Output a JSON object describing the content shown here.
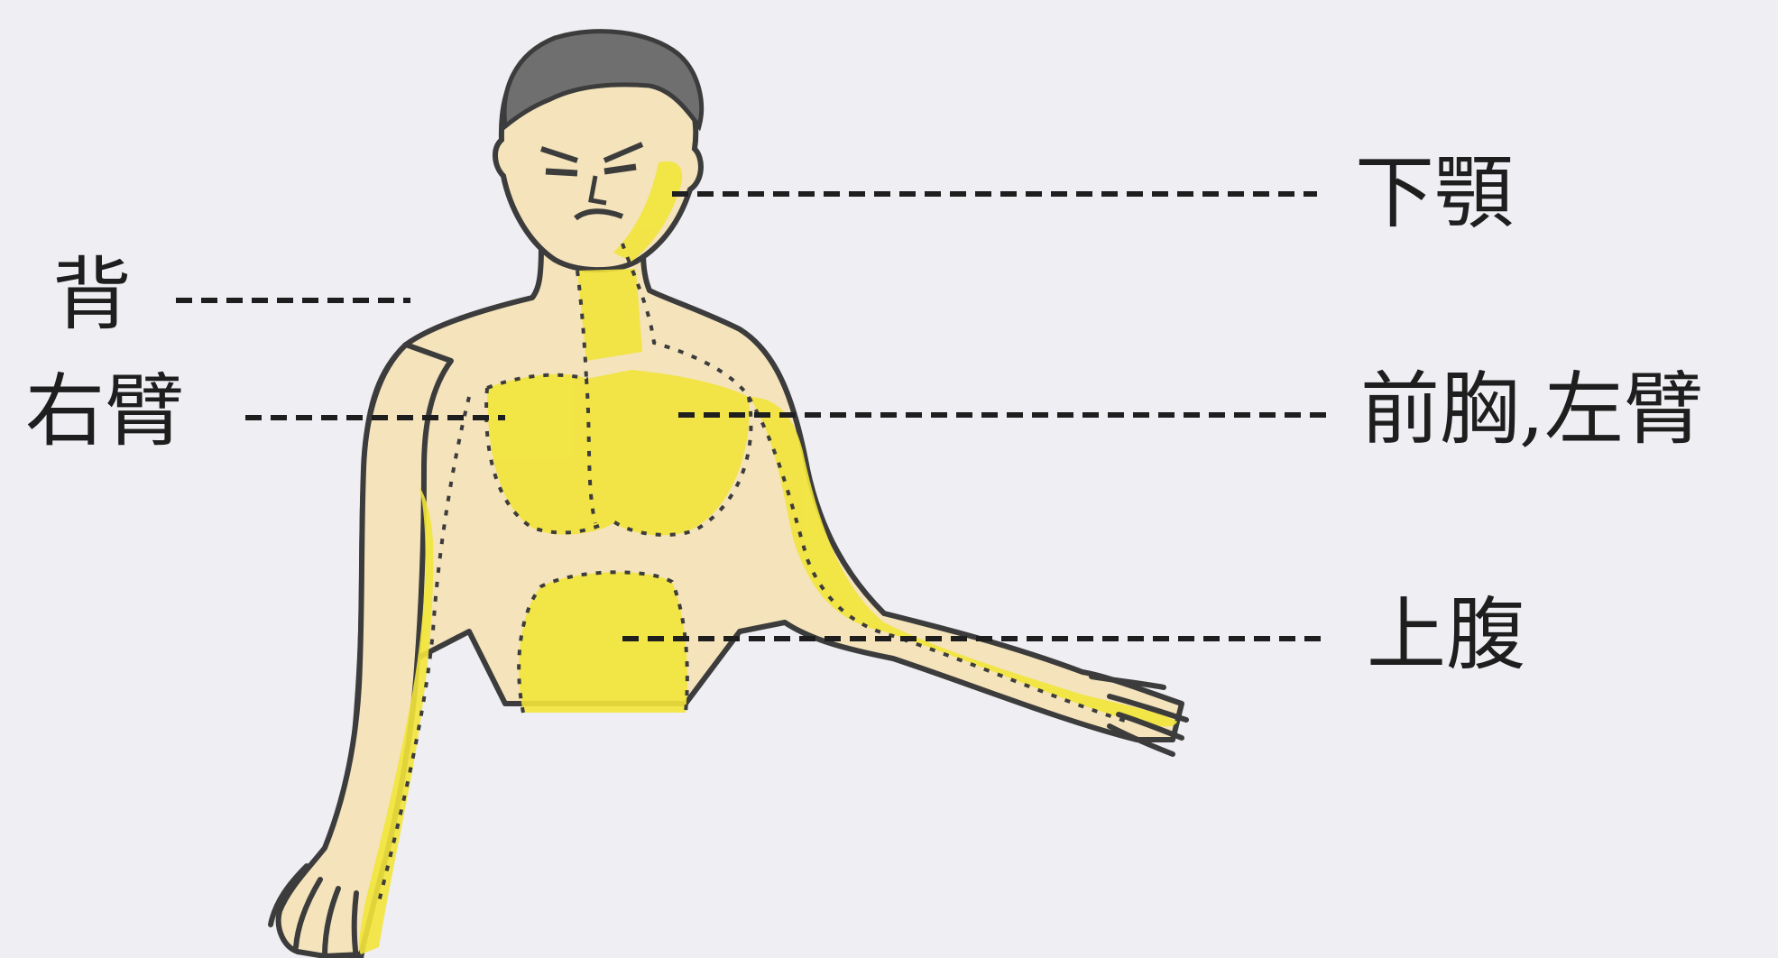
{
  "labels": {
    "jaw": "下顎",
    "back": "背",
    "right_arm": "右臂",
    "chest_left_arm": "前胸,左臂",
    "upper_abdomen": "上腹"
  },
  "colors": {
    "background": "#eeeef3",
    "skin": "#f4e3bb",
    "pain_area": "#f2e43a",
    "outline": "#3c3c3c",
    "leader_line": "#1e1e1e"
  }
}
